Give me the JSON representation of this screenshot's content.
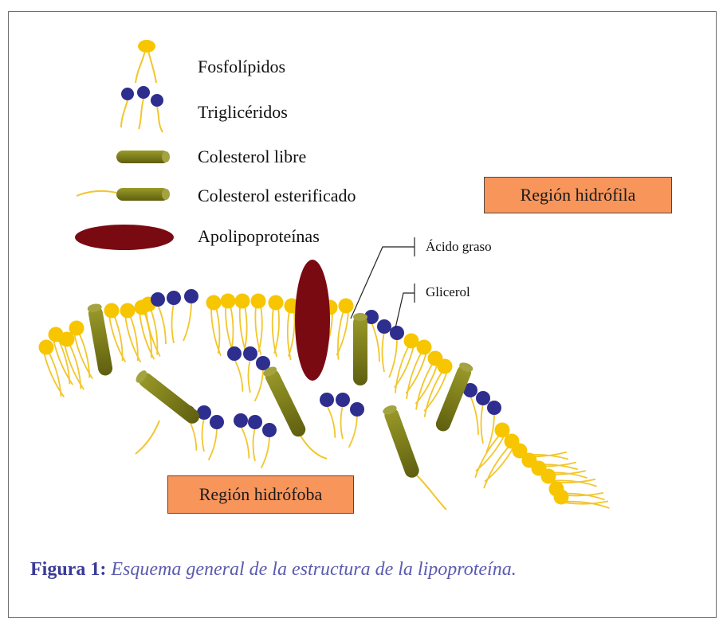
{
  "legend": {
    "phospholipids": "Fosfolípidos",
    "triglycerides": "Triglicéridos",
    "free_cholesterol": "Colesterol libre",
    "esterified_cholesterol": "Colesterol esterificado",
    "apolipoproteins": "Apolipoproteínas"
  },
  "regions": {
    "hydrophilic": "Región hidrófila",
    "hydrophobic": "Región hidrófoba"
  },
  "callouts": {
    "fatty_acid": "Ácido graso",
    "glycerol": "Glicerol"
  },
  "caption": {
    "label": "Figura 1:",
    "text": "Esquema general de la estructura de la lipoproteína."
  },
  "colors": {
    "phospholipid_head": "#f7c600",
    "lipid_tail": "#f2c62c",
    "glycerol_bead": "#2e2e8e",
    "cholesterol": "#7d7d1c",
    "cholesterol_cap": "#a3a340",
    "apolipoprotein": "#7a0a12",
    "region_box": "#f7955b",
    "caption_color": "#4a4aa0"
  }
}
